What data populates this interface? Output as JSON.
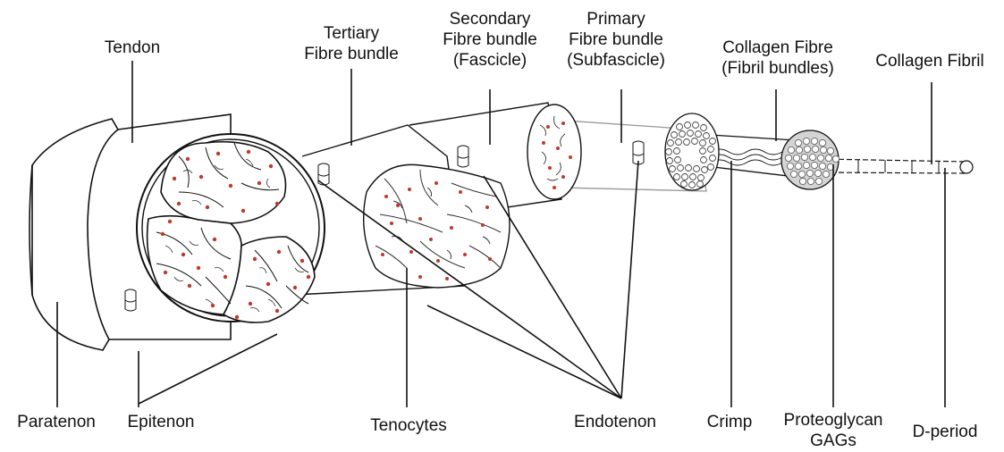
{
  "labels": {
    "tendon": "Tendon",
    "tertiary_line1": "Tertiary",
    "tertiary_line2": "Fibre bundle",
    "secondary_line1": "Secondary",
    "secondary_line2": "Fibre bundle",
    "secondary_line3": "(Fascicle)",
    "primary_line1": "Primary",
    "primary_line2": "Fibre bundle",
    "primary_line3": "(Subfascicle)",
    "fibre_line1": "Collagen Fibre",
    "fibre_line2": "(Fibril bundles)",
    "fibril": "Collagen Fibril",
    "paratenon": "Paratenon",
    "epitenon": "Epitenon",
    "tenocytes": "Tenocytes",
    "endotenon": "Endotenon",
    "crimp": "Crimp",
    "proteoglycan_line1": "Proteoglycan",
    "proteoglycan_line2": "GAGs",
    "dperiod": "D-period"
  },
  "colors": {
    "outline": "#111111",
    "tenocyte_dot": "#c0392b",
    "fibril_fill": "#d4d4d4"
  }
}
